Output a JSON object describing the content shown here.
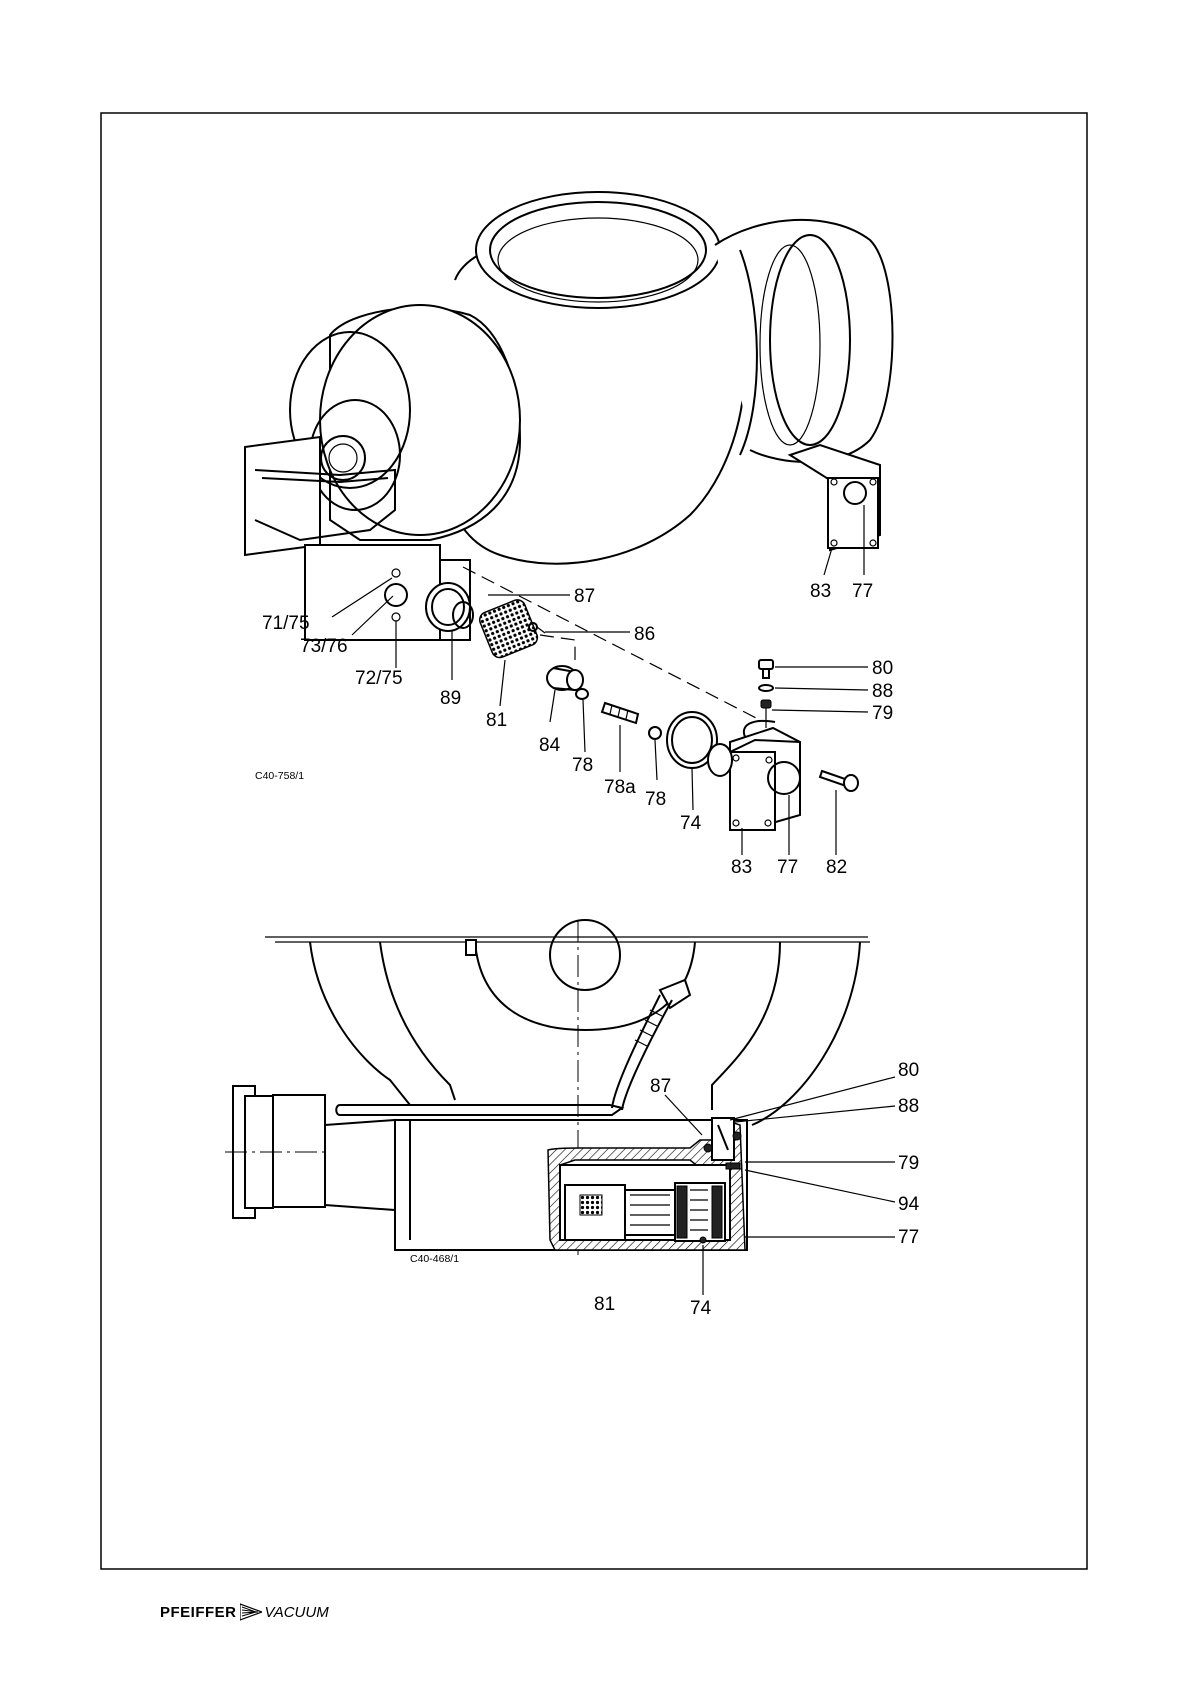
{
  "exploded_view": {
    "ref": "C40-758/1",
    "labels": [
      "71/75",
      "73/76",
      "72/75",
      "89",
      "81",
      "84",
      "78",
      "78a",
      "78",
      "74",
      "83",
      "77",
      "82",
      "87",
      "86",
      "80",
      "88",
      "79",
      "83",
      "77"
    ]
  },
  "section_view": {
    "ref": "C40-468/1",
    "labels": [
      "87",
      "80",
      "88",
      "79",
      "94",
      "77",
      "81",
      "74"
    ]
  },
  "logo": {
    "brand": "PFEIFFER",
    "sub": "VACUUM"
  }
}
